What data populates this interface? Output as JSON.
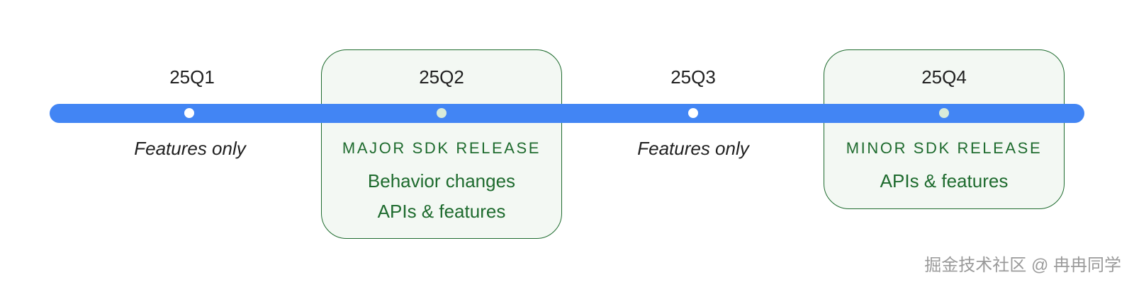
{
  "quarters": [
    {
      "label": "25Q1",
      "note": "Features only"
    },
    {
      "label": "25Q2",
      "release_title": "MAJOR SDK RELEASE",
      "lines": [
        "Behavior changes",
        "APIs & features"
      ]
    },
    {
      "label": "25Q3",
      "note": "Features only"
    },
    {
      "label": "25Q4",
      "release_title": "MINOR SDK RELEASE",
      "lines": [
        "APIs & features"
      ]
    }
  ],
  "watermark": "掘金技术社区 @ 冉冉同学",
  "colors": {
    "timeline": "#4285f4",
    "release_green": "#1e6b2e",
    "release_fill": "#f3f8f3",
    "text": "#1f1f1f"
  }
}
